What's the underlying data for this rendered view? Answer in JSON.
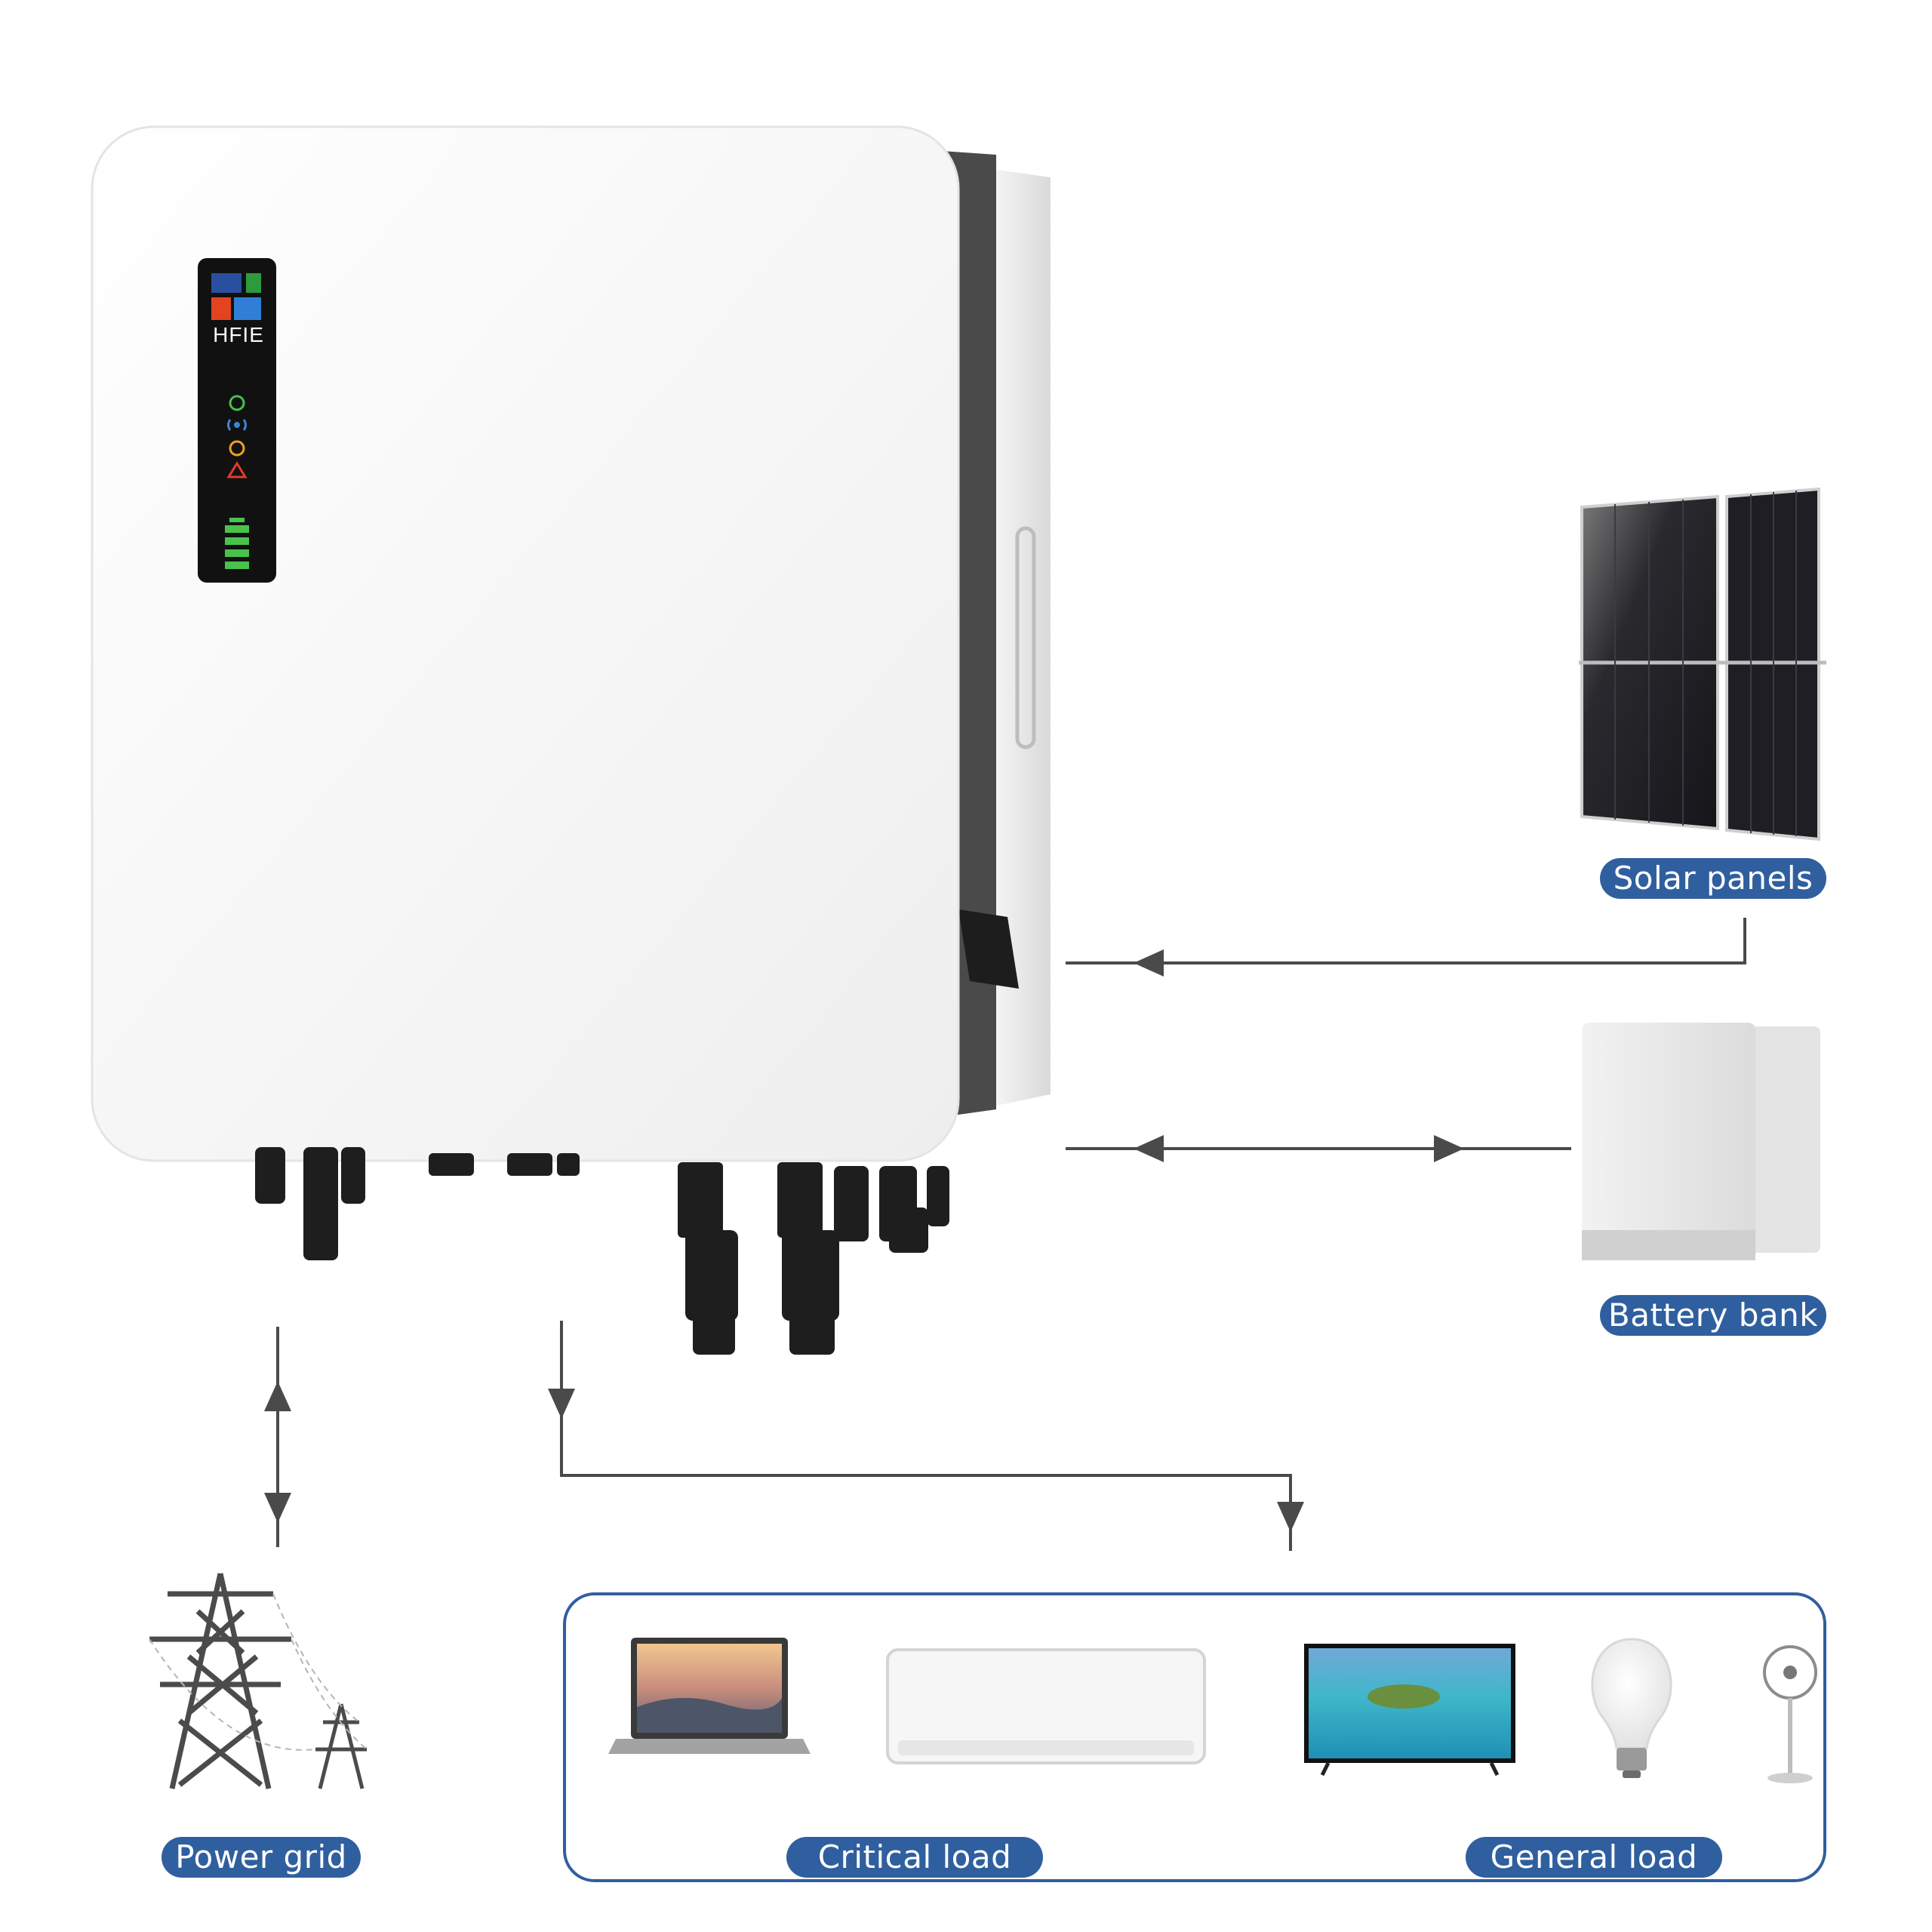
{
  "inverter": {
    "brand": "HFIE",
    "brand_colors": [
      "#2a4fa0",
      "#2e9a3e",
      "#e3441f",
      "#2f7fd6"
    ],
    "panel_color": "#111111",
    "indicator_icons": [
      "grid-icon",
      "wifi-icon",
      "power-icon",
      "warning-icon",
      "battery-level-icon"
    ]
  },
  "labels": {
    "solar": "Solar panels",
    "battery": "Battery bank",
    "grid": "Power grid",
    "critical": "Critical load",
    "general": "General load"
  },
  "colors": {
    "label_bg": "#2f5f9e",
    "flow_line": "#4a4a4a",
    "load_box_border": "#2f5f9e"
  },
  "devices": {
    "critical": [
      "laptop-icon",
      "air-conditioner-icon"
    ],
    "general": [
      "television-icon",
      "light-bulb-icon",
      "fan-icon"
    ]
  }
}
